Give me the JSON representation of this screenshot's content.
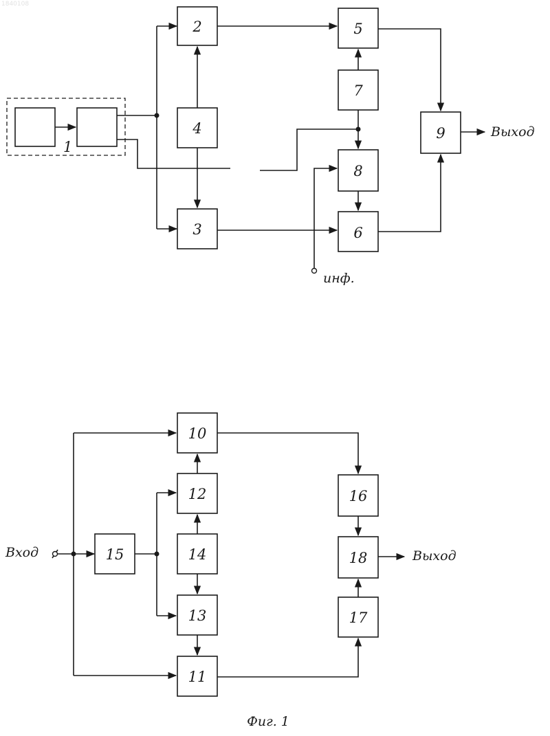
{
  "watermark": "1840108",
  "fig1": {
    "group_label": "1",
    "blocks": {
      "b2": "2",
      "b3": "3",
      "b4": "4",
      "b5": "5",
      "b6": "6",
      "b7": "7",
      "b8": "8",
      "b9": "9"
    },
    "output_label": "Выход",
    "info_label": "инф."
  },
  "fig2": {
    "blocks": {
      "b10": "10",
      "b11": "11",
      "b12": "12",
      "b13": "13",
      "b14": "14",
      "b15": "15",
      "b16": "16",
      "b17": "17",
      "b18": "18"
    },
    "input_label": "Вход",
    "output_label": "Выход"
  },
  "caption": "Фиг. 1"
}
